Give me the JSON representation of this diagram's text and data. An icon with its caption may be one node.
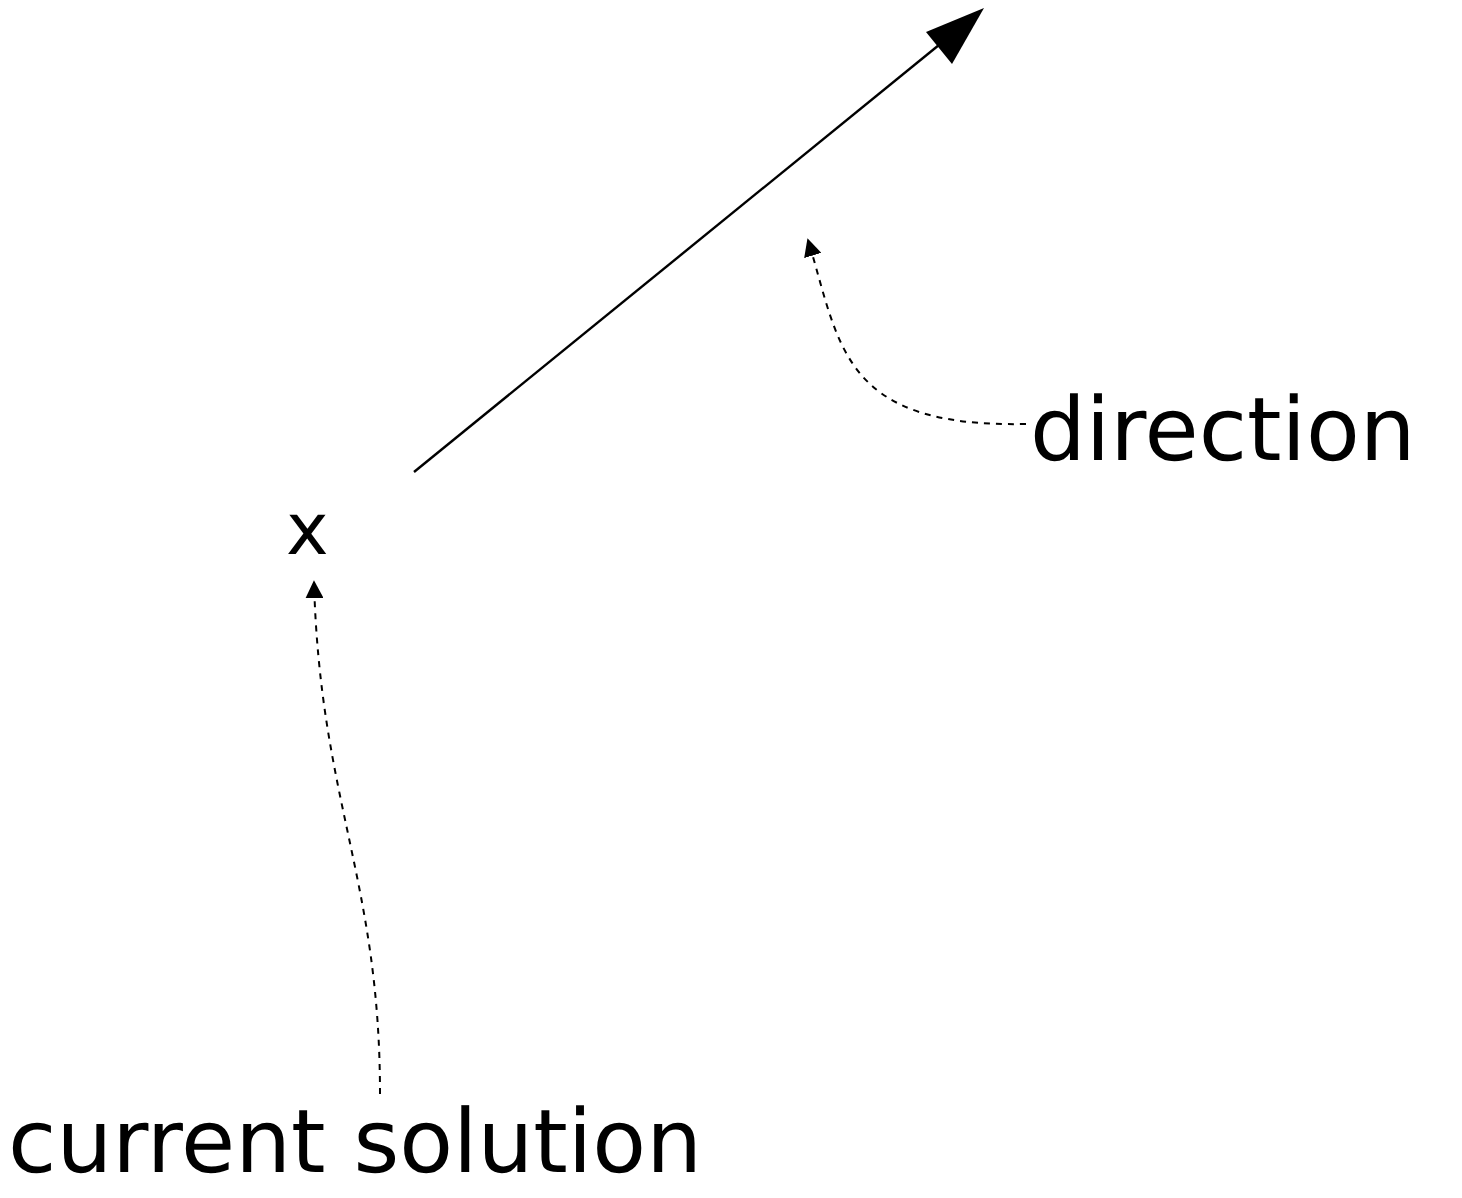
{
  "diagram": {
    "nodes": [
      {
        "text": [
          "x"
        ]
      },
      {
        "text": [],
        "shape": "arrow"
      },
      {
        "text": [
          "direction"
        ]
      },
      {
        "text": [
          "current solution"
        ]
      }
    ],
    "edges": [
      {
        "from": 2,
        "to": 1,
        "arrow": "to",
        "style": "dashed"
      },
      {
        "from": 3,
        "to": 0,
        "arrow": "to",
        "style": "dashed"
      }
    ]
  }
}
